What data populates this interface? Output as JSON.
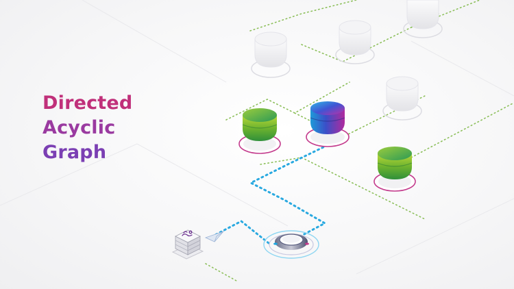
{
  "title": {
    "line1": "Directed",
    "line2": "Acyclic",
    "line3": "Graph"
  },
  "colors": {
    "title_top": "#c0307a",
    "title_bottom": "#7b3fb3",
    "active_path": "#29a9e0",
    "inactive_path": "#8cbf5a",
    "node_green": "#7ab82c",
    "node_blue": "#4b63d6",
    "node_purple": "#c22fa6",
    "ghost_node": "#e8e8ec"
  },
  "nodes": [
    {
      "name": "ghost-node-1",
      "state": "inactive"
    },
    {
      "name": "ghost-node-2",
      "state": "inactive"
    },
    {
      "name": "ghost-node-3",
      "state": "inactive"
    },
    {
      "name": "ghost-node-4",
      "state": "inactive"
    },
    {
      "name": "green-node-left",
      "state": "completed"
    },
    {
      "name": "blue-node-center",
      "state": "active"
    },
    {
      "name": "green-node-right",
      "state": "completed"
    },
    {
      "name": "source-data-block",
      "state": "start"
    },
    {
      "name": "processing-ring-node",
      "state": "active"
    }
  ],
  "icons": [
    "wave-icon",
    "paper-plane-icon"
  ]
}
